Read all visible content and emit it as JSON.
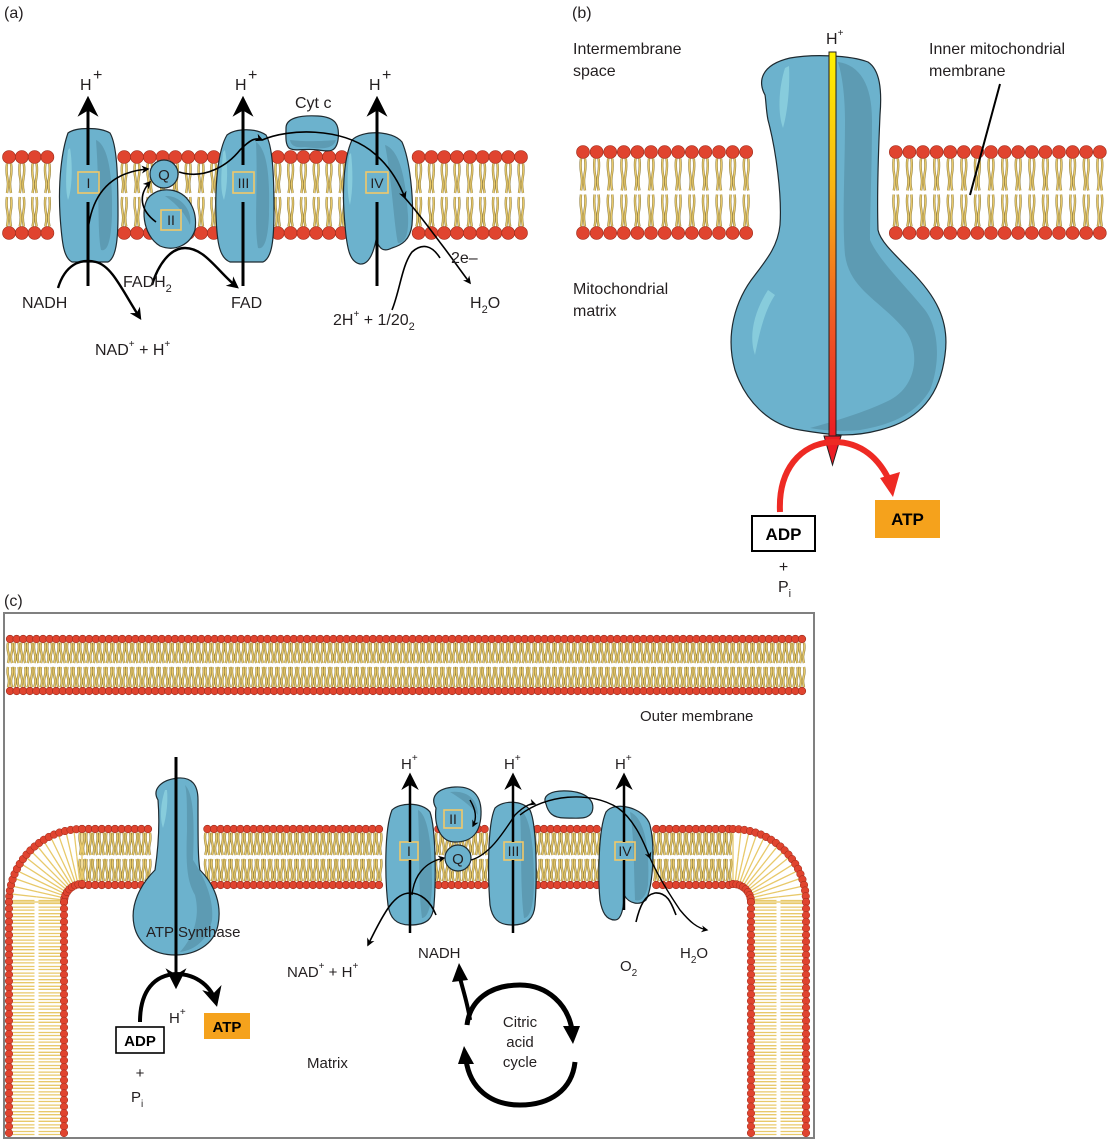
{
  "panels": {
    "a": {
      "label": "(a)",
      "complexes": [
        "I",
        "II",
        "III",
        "IV"
      ],
      "h_plus": "H",
      "plus_sup": "+",
      "q": "Q",
      "cyt_c": "Cyt c",
      "nadh": "NADH",
      "nad_plus": "NAD",
      "plus_h": " + H",
      "fadh2": "FADH",
      "sub2": "2",
      "fad": "FAD",
      "two_e": "2e–",
      "oxygen_reactant_a": "2H",
      "oxygen_reactant_b": " + 1/20",
      "water_h": "H",
      "water_o": "O"
    },
    "b": {
      "label": "(b)",
      "h_plus": "H",
      "plus_sup": "+",
      "intermembrane_line1": "Intermembrane",
      "intermembrane_line2": "space",
      "inner_membrane_line1": "Inner mitochondrial",
      "inner_membrane_line2": "membrane",
      "matrix_line1": "Mitochondrial",
      "matrix_line2": "matrix",
      "adp": "ADP",
      "atp": "ATP",
      "plus": "+",
      "pi_p": "P",
      "pi_i": "i"
    },
    "c": {
      "label": "(c)",
      "outer_membrane": "Outer membrane",
      "atp_synthase": "ATP Synthase",
      "complexes": [
        "I",
        "II",
        "III",
        "IV"
      ],
      "q": "Q",
      "h_plus": "H",
      "plus_sup": "+",
      "nadh": "NADH",
      "nad_plus": "NAD",
      "plus_h": " + H",
      "o2_o": "O",
      "sub2": "2",
      "water_h": "H",
      "water_o": "O",
      "adp": "ADP",
      "atp": "ATP",
      "plus": "+",
      "pi_p": "P",
      "pi_i": "i",
      "matrix": "Matrix",
      "citric_line1": "Citric",
      "citric_line2": "acid",
      "citric_line3": "cycle"
    }
  },
  "colors": {
    "protein": "#6cb2cd",
    "protein_dark": "#5a97ae",
    "lipid_head": "#e0442f",
    "lipid_tail": "#e8c96a",
    "atp_fill": "#f5a21c",
    "red_arrow": "#ee2a24",
    "complex_box": "#f0c869"
  }
}
